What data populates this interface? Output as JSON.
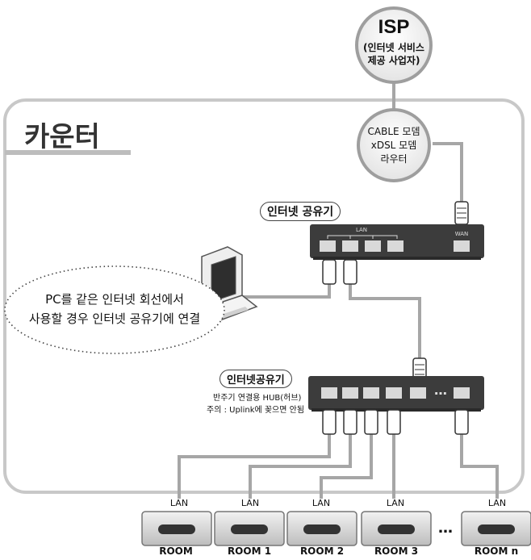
{
  "isp": {
    "title": "ISP",
    "line1": "(인터넷 서비스",
    "line2": "제공 사업자)"
  },
  "counter_title": "카운터",
  "modem": {
    "line1": "CABLE 모뎀",
    "line2": "xDSL 모뎀",
    "line3": "라우터"
  },
  "router": {
    "label": "인터넷 공유기",
    "lan_label": "LAN",
    "wan_label": "WAN"
  },
  "pc_note": {
    "line1": "PC를 같은 인터넷 회선에서",
    "line2": "사용할 경우 인터넷 공유기에 연결"
  },
  "hub": {
    "label": "인터넷공유기",
    "desc1": "반주기 연결용 HUB(허브)",
    "desc2": "주의 : Uplink에 꽂으면 안됨",
    "ellipsis": "…"
  },
  "rooms": [
    {
      "lan": "LAN",
      "name": "ROOM"
    },
    {
      "lan": "LAN",
      "name": "ROOM 1"
    },
    {
      "lan": "LAN",
      "name": "ROOM 2"
    },
    {
      "lan": "LAN",
      "name": "ROOM 3"
    },
    {
      "lan": "LAN",
      "name": "ROOM n"
    }
  ],
  "rooms_ellipsis": "…",
  "colors": {
    "cable": "#a6a6a6",
    "border": "#c8c8c8",
    "device": "#3c3c3c",
    "port": "#d9d9d9"
  }
}
